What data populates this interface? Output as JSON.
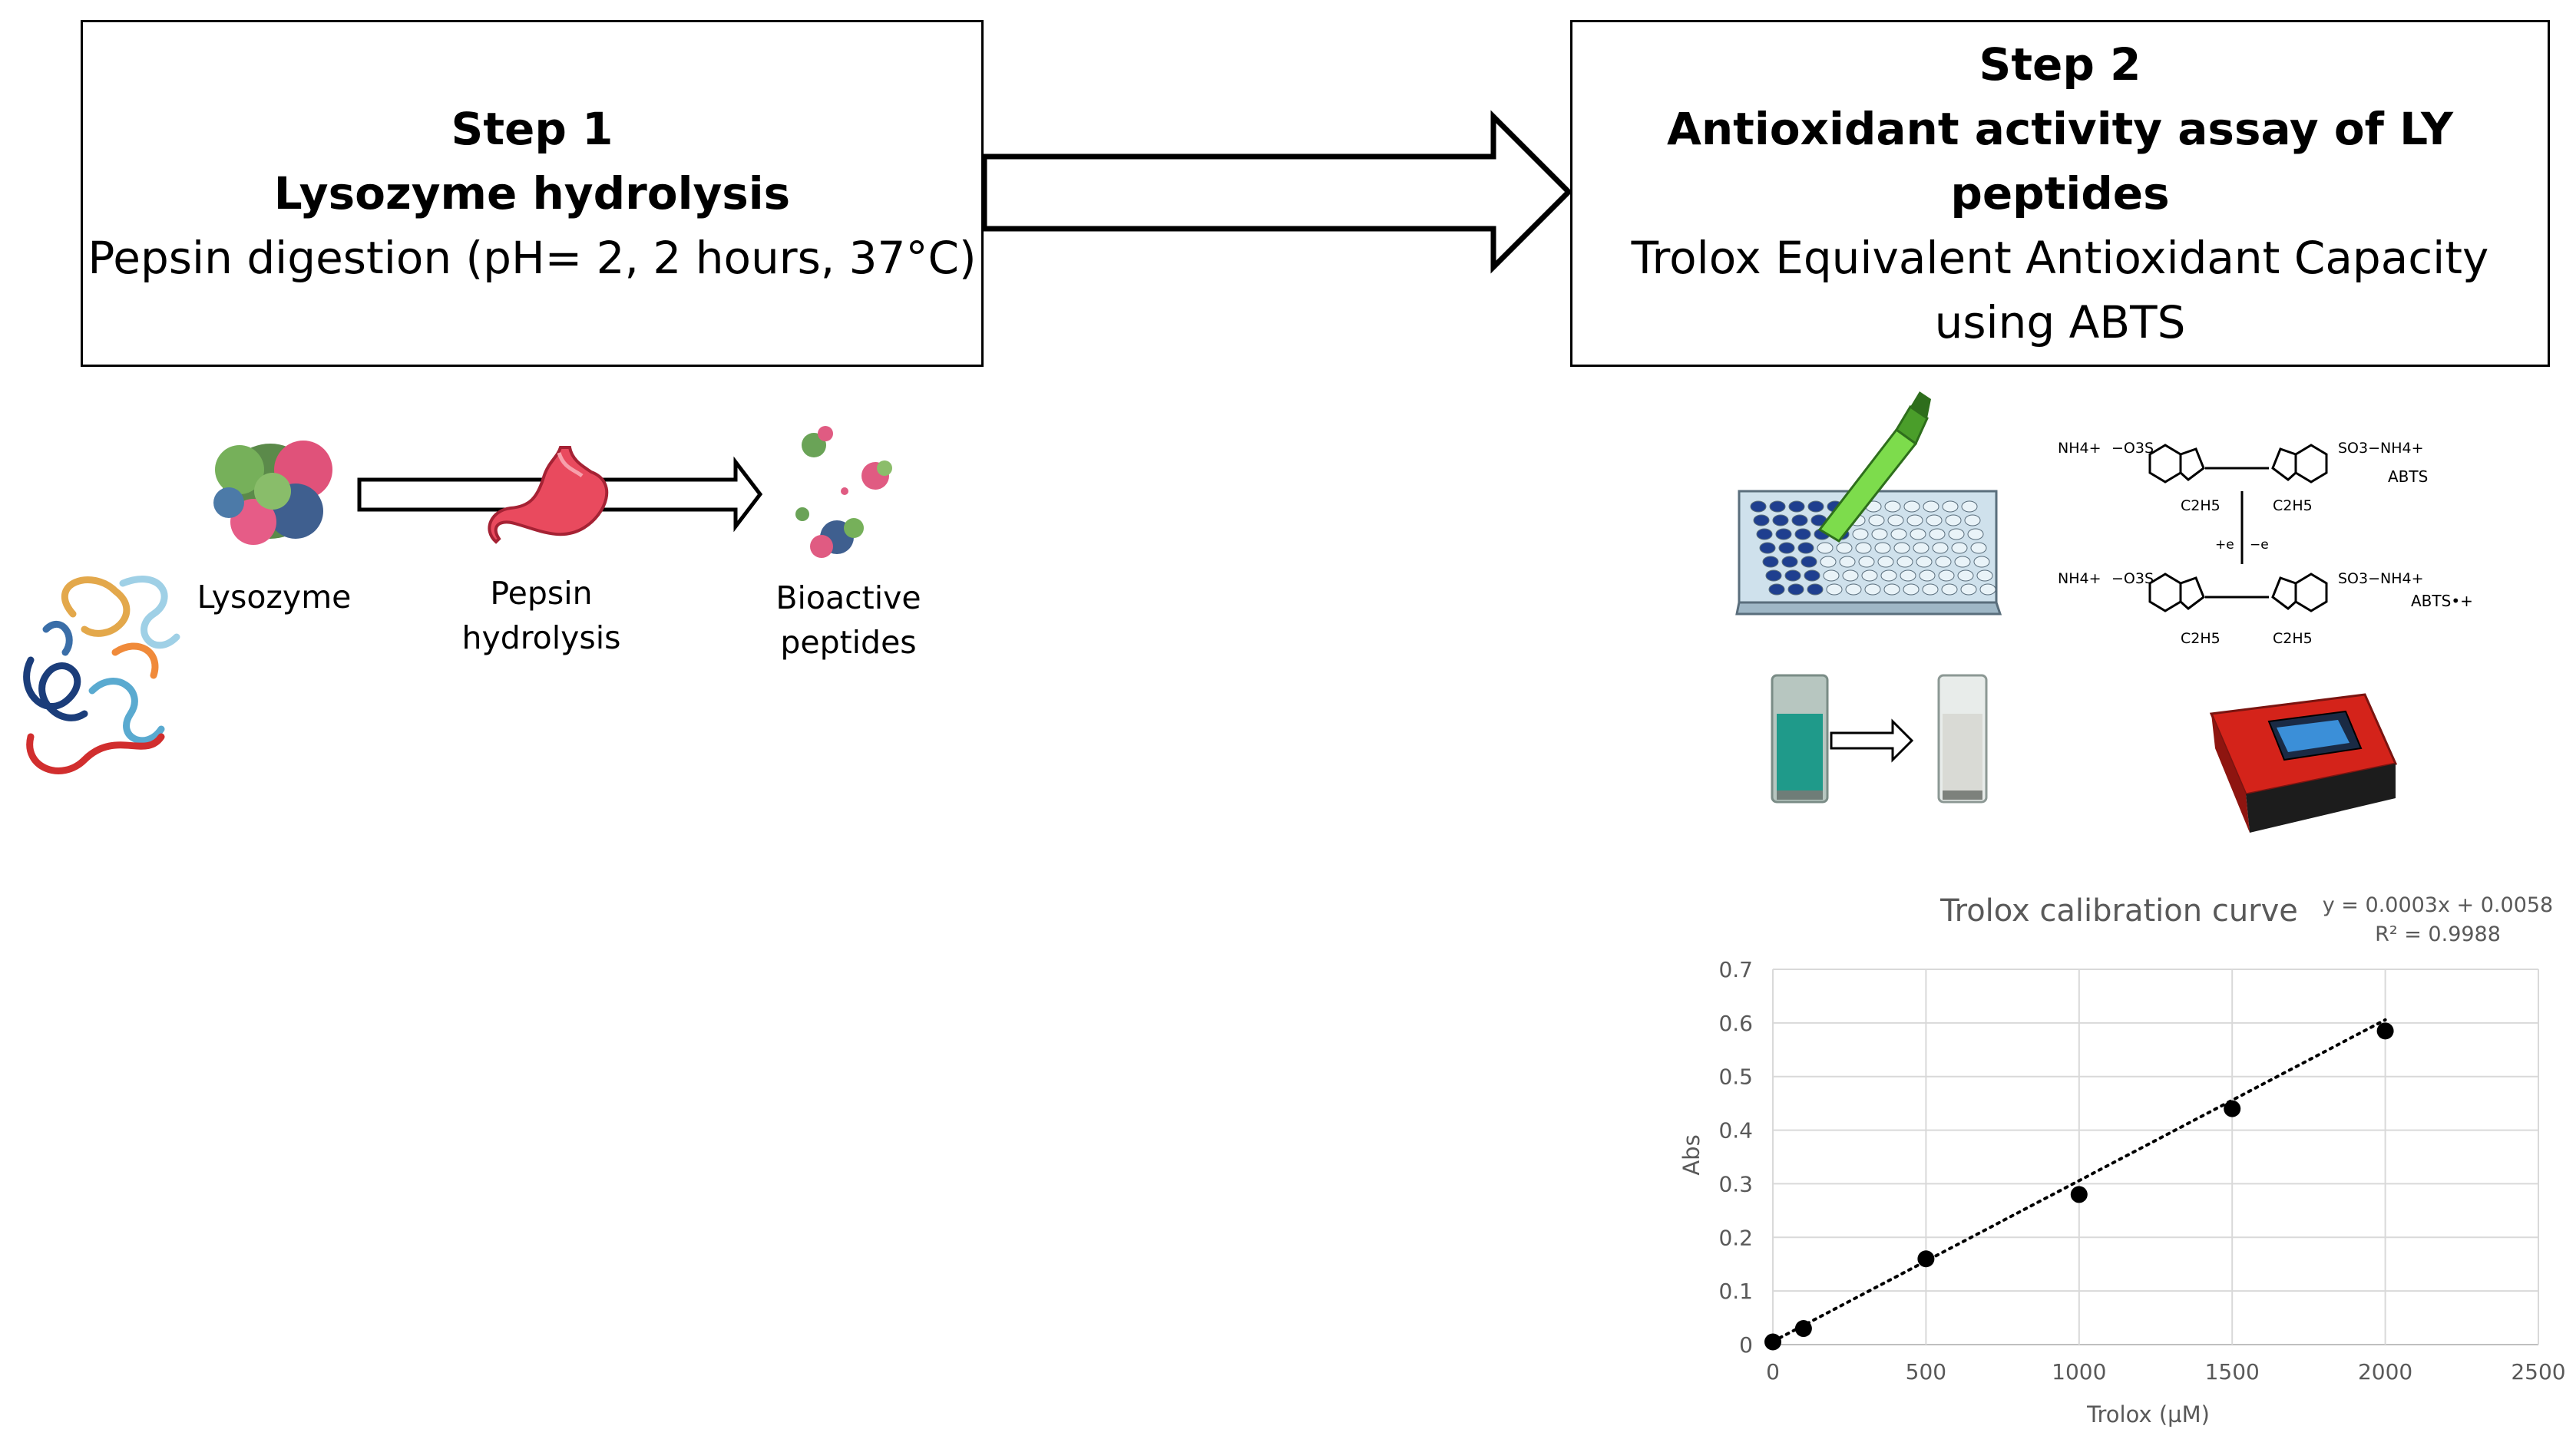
{
  "step1": {
    "title": "Step 1",
    "subtitle": "Lysozyme hydrolysis",
    "detail": "Pepsin digestion (pH= 2, 2 hours, 37°C)",
    "labels": {
      "lysozyme": "Lysozyme",
      "pepsin_line1": "Pepsin",
      "pepsin_line2": "hydrolysis",
      "bioactive_line1": "Bioactive",
      "bioactive_line2": "peptides"
    }
  },
  "step2": {
    "title": "Step 2",
    "subtitle": "Antioxidant activity assay of LY peptides",
    "detail_line1": "Trolox Equivalent Antioxidant Capacity",
    "detail_line2": "using ABTS",
    "chem": {
      "label_top": "ABTS",
      "label_bottom": "ABTS•+",
      "cation": "NH4+",
      "sulfonate_left": "−O3S",
      "sulfonate_right": "SO3−",
      "ethyl": "C2H5",
      "reaction_left": "+e",
      "reaction_right": "−e"
    }
  },
  "chart_data": {
    "type": "scatter",
    "title": "Trolox calibration curve",
    "equation": "y = 0.0003x + 0.0058",
    "r2": "R² = 0.9988",
    "xlabel": "Trolox (µM)",
    "ylabel": "Abs",
    "xlim": [
      0,
      2500
    ],
    "ylim": [
      0,
      0.7
    ],
    "xticks": [
      0,
      500,
      1000,
      1500,
      2000,
      2500
    ],
    "yticks": [
      0,
      0.1,
      0.2,
      0.3,
      0.4,
      0.5,
      0.6,
      0.7
    ],
    "xtick_labels": [
      "0",
      "500",
      "1000",
      "1500",
      "2000",
      "2500"
    ],
    "ytick_labels": [
      "0",
      "0.1",
      "0.2",
      "0.3",
      "0.4",
      "0.5",
      "0.6",
      "0.7"
    ],
    "x": [
      0,
      100,
      500,
      1000,
      1500,
      2000
    ],
    "y": [
      0.005,
      0.03,
      0.16,
      0.28,
      0.44,
      0.585
    ],
    "trendline": {
      "slope": 0.0003,
      "intercept": 0.0058,
      "style": "dotted"
    },
    "grid": true,
    "colors": {
      "points": "#000000",
      "grid": "#d9d9d9",
      "text": "#595959"
    }
  }
}
